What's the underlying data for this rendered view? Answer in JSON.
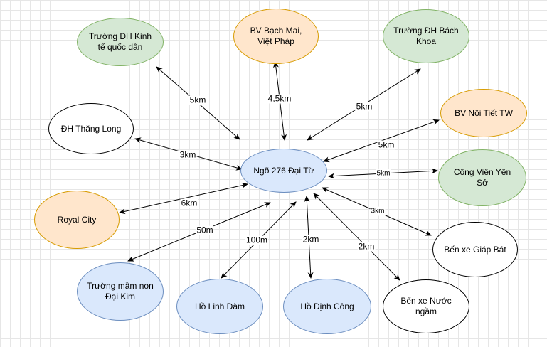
{
  "diagram": {
    "center": {
      "label": "Ngõ 276 Đại Từ",
      "style": "blue"
    },
    "nodes": [
      {
        "id": "neu",
        "label": "Trường ĐH Kinh tế quốc dân",
        "style": "green"
      },
      {
        "id": "bachmai",
        "label": "BV Bạch Mai, Việt Pháp",
        "style": "orange"
      },
      {
        "id": "bachkhoa",
        "label": "Trường ĐH Bách Khoa",
        "style": "green"
      },
      {
        "id": "noitiet",
        "label": "BV Nội Tiết TW",
        "style": "orange"
      },
      {
        "id": "yenso",
        "label": "Công Viên Yên Sở",
        "style": "green"
      },
      {
        "id": "giapbat",
        "label": "Bến xe Giáp Bát",
        "style": "white"
      },
      {
        "id": "nuocngam",
        "label": "Bến xe Nước ngầm",
        "style": "white"
      },
      {
        "id": "dinhcong",
        "label": "Hồ Định Công",
        "style": "blue"
      },
      {
        "id": "linhdam",
        "label": "Hồ Linh Đàm",
        "style": "blue"
      },
      {
        "id": "mamnon",
        "label": "Trường mầm non Đại Kim",
        "style": "blue"
      },
      {
        "id": "royal",
        "label": "Royal City",
        "style": "orange"
      },
      {
        "id": "thanglong",
        "label": "ĐH Thăng Long",
        "style": "white"
      }
    ],
    "edges": [
      {
        "to": "neu",
        "distance": "5km"
      },
      {
        "to": "bachmai",
        "distance": "4,5km"
      },
      {
        "to": "bachkhoa",
        "distance": "5km"
      },
      {
        "to": "noitiet",
        "distance": "5km"
      },
      {
        "to": "yenso",
        "distance": "5km"
      },
      {
        "to": "giapbat",
        "distance": "3km"
      },
      {
        "to": "nuocngam",
        "distance": "2km"
      },
      {
        "to": "dinhcong",
        "distance": "2km"
      },
      {
        "to": "linhdam",
        "distance": "100m"
      },
      {
        "to": "mamnon",
        "distance": "50m"
      },
      {
        "to": "royal",
        "distance": "6km"
      },
      {
        "to": "thanglong",
        "distance": "3km"
      }
    ],
    "colors": {
      "green_fill": "#d5e8d4",
      "green_stroke": "#82b366",
      "orange_fill": "#ffe6cc",
      "orange_stroke": "#d79b00",
      "blue_fill": "#dae8fc",
      "blue_stroke": "#6c8ebf",
      "white_fill": "#ffffff",
      "white_stroke": "#000000"
    }
  }
}
